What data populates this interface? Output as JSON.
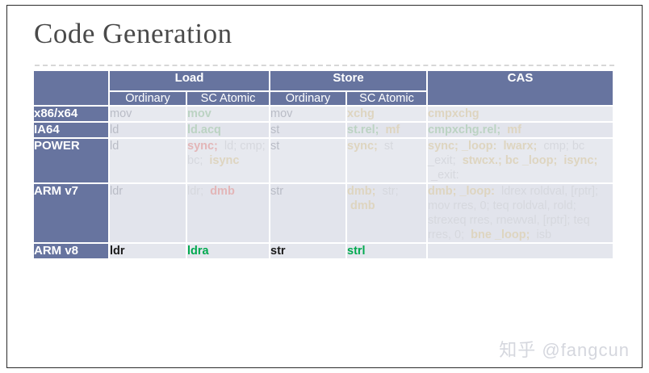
{
  "slide": {
    "title": "Code Generation",
    "watermark": "知乎 @fangcun",
    "accent_color": "#67749f",
    "row_bg_color": "#e7e9ef",
    "highlight_green": "#00a94f"
  },
  "table": {
    "header": {
      "arch_blank": "",
      "groups": [
        {
          "label": "Load",
          "subs": [
            "Ordinary",
            "SC Atomic"
          ]
        },
        {
          "label": "Store",
          "subs": [
            "Ordinary",
            "SC Atomic"
          ]
        }
      ],
      "cas": "CAS"
    },
    "rows": [
      {
        "arch": "x86/x64",
        "load_ordinary": "mov",
        "load_atomic": "mov",
        "store_ordinary": "mov",
        "store_atomic": "xchg",
        "cas": "cmpxchg"
      },
      {
        "arch": "IA64",
        "load_ordinary": "ld",
        "load_atomic": "ld.acq",
        "store_ordinary": "st",
        "store_atomic_a": "st.rel;",
        "store_atomic_b": "mf",
        "cas_a": "cmpxchg.rel;",
        "cas_b": "mf"
      },
      {
        "arch": "POWER",
        "load_ordinary": "ld",
        "load_atomic_a": "sync;",
        "load_atomic_b": "ld; cmp; bc;",
        "load_atomic_c": "isync",
        "store_ordinary": "st",
        "store_atomic_a": "sync;",
        "store_atomic_b": "st",
        "cas_a": "sync; _loop:",
        "cas_b": "lwarx;",
        "cas_c": "cmp; bc _exit;",
        "cas_d": "stwcx.; bc _loop;",
        "cas_e": "isync;",
        "cas_f": "_exit:"
      },
      {
        "arch": "ARM v7",
        "load_ordinary": "ldr",
        "load_atomic_a": "ldr;",
        "load_atomic_b": "dmb",
        "store_ordinary": "str",
        "store_atomic_a": "dmb;",
        "store_atomic_b": "str;",
        "store_atomic_c": "dmb",
        "cas_a": "dmb; _loop:",
        "cas_b": "ldrex roldval, [rptr]; mov rres, 0; teq roldval, rold; strexeq rres, rnewval, [rptr]; teq rres, 0;",
        "cas_c": "bne _loop;",
        "cas_d": "isb"
      },
      {
        "arch": "ARM v8",
        "load_ordinary": "ldr",
        "load_atomic": "ldra",
        "store_ordinary": "str",
        "store_atomic": "strl",
        "cas": ""
      }
    ]
  }
}
